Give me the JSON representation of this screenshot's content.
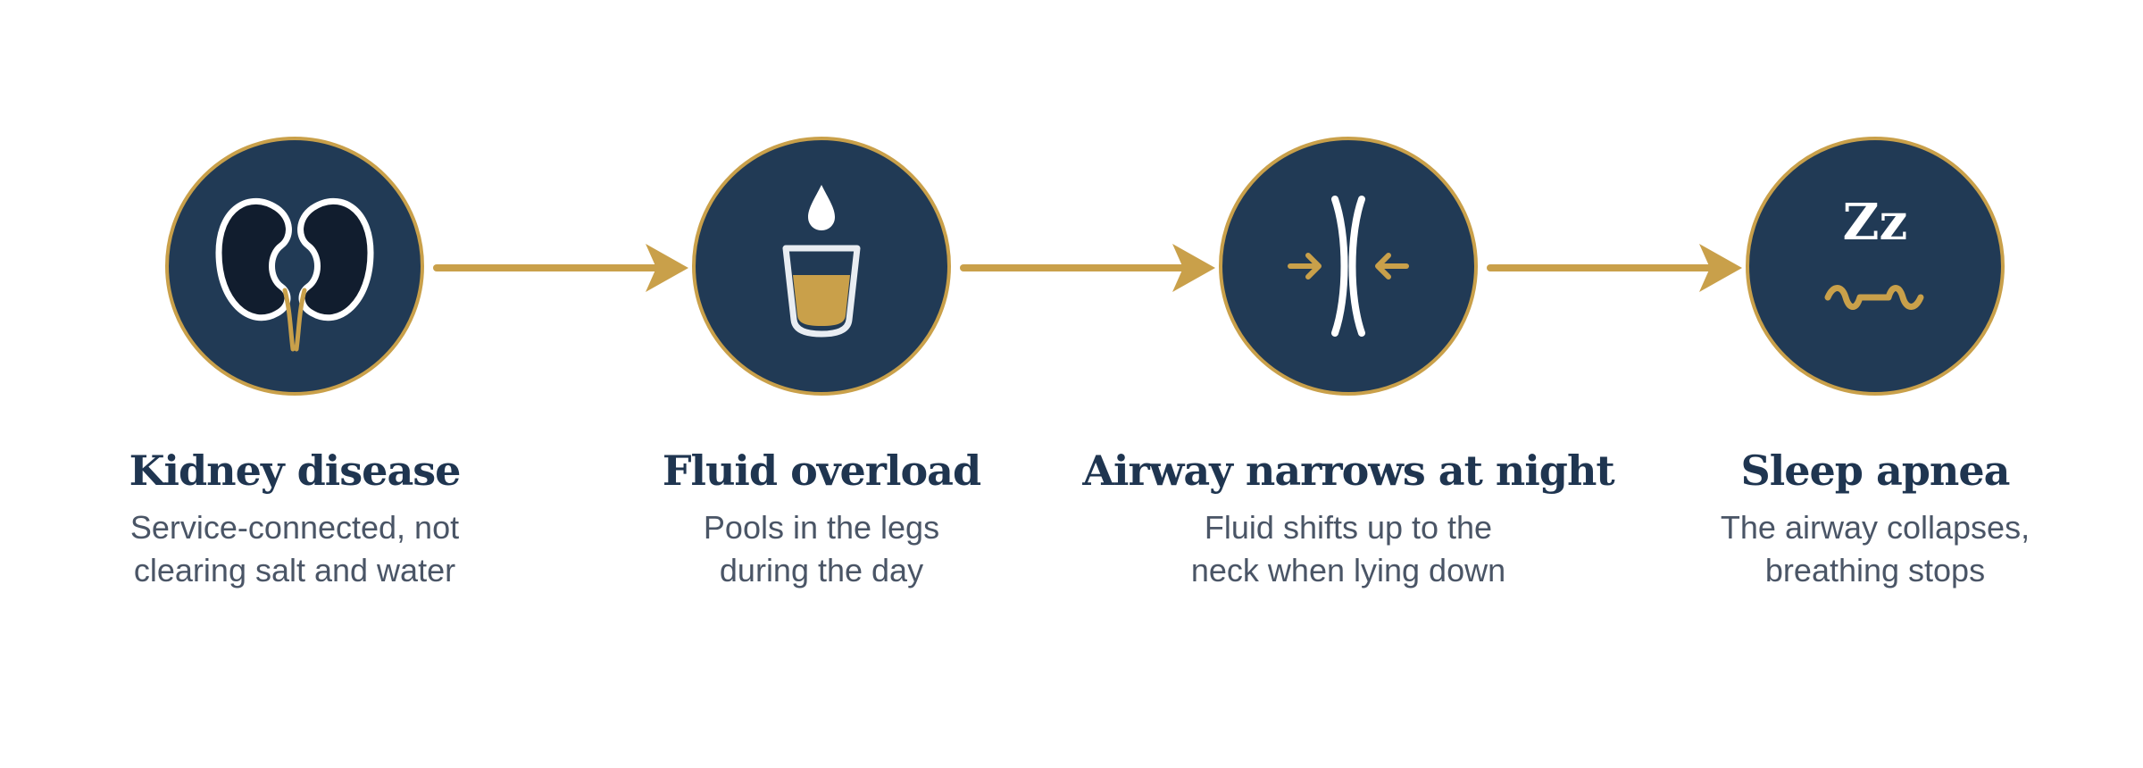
{
  "colors": {
    "navy": "#213a55",
    "gold": "#c9a04a",
    "ink": "#1f3550",
    "muted": "#4a5566",
    "white": "#ffffff",
    "dark": "#111d2e"
  },
  "steps": [
    {
      "icon": "kidneys-icon",
      "title": "Kidney disease",
      "desc_line1": "Service-connected, not",
      "desc_line2": "clearing salt and water"
    },
    {
      "icon": "glass-with-drop-icon",
      "title": "Fluid overload",
      "desc_line1": "Pools in the legs",
      "desc_line2": "during the day"
    },
    {
      "icon": "narrowed-airway-icon",
      "title": "Airway narrows at night",
      "desc_line1": "Fluid shifts up to the",
      "desc_line2": "neck when lying down"
    },
    {
      "icon": "sleep-zz-icon",
      "icon_text": "Zz",
      "title": "Sleep apnea",
      "desc_line1": "The airway collapses,",
      "desc_line2": "breathing stops"
    }
  ],
  "connectors": [
    "arrow-right-icon",
    "arrow-right-icon",
    "arrow-right-icon"
  ]
}
